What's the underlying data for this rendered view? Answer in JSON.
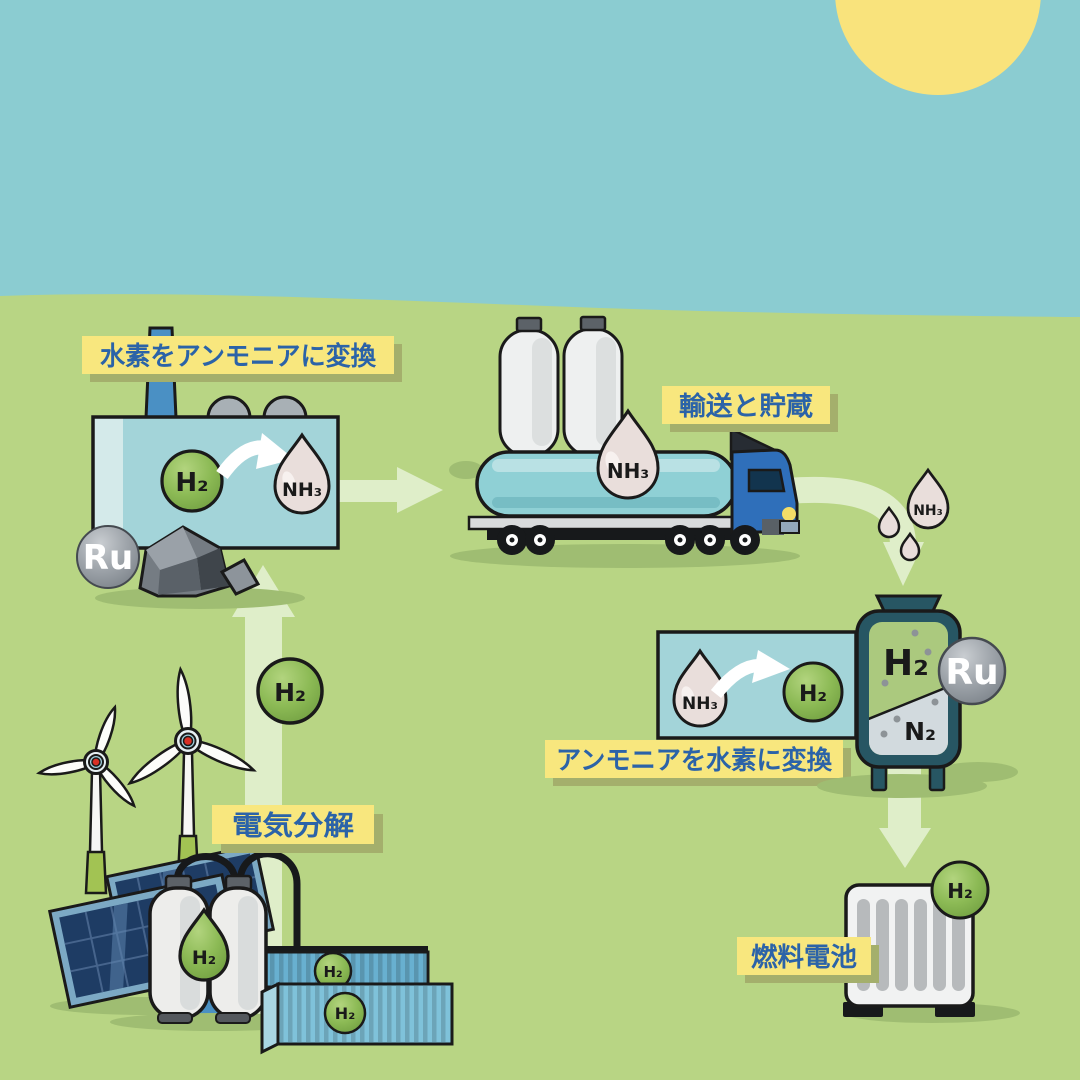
{
  "labels": {
    "hydrogen_to_ammonia": "水素をアンモニアに変換",
    "transport_storage": "輸送と貯蔵",
    "ammonia_to_hydrogen": "アンモニアを水素に変換",
    "electrolysis": "電気分解",
    "fuel_cell": "燃料電池"
  },
  "molecules": {
    "h2": "H₂",
    "nh3": "NH₃",
    "n2": "N₂",
    "ru": "Ru"
  },
  "colors": {
    "sky": "#8bccd1",
    "sun": "#f9e37c",
    "grass": "#b8d584",
    "flow_arrow": "#dfeec9",
    "label_bg": "#f8e77e",
    "label_text": "#2b63a8",
    "label_shadow": "#a4af6c",
    "factory_teal": "#a3d4d9",
    "tank_teal": "#8fd0d5",
    "cab_blue": "#2f6fba",
    "chimney_blue": "#4a90c4",
    "hydrogen_green": "#8cba55",
    "ammonia_droplet": "#e9dedb",
    "vessel_dark_teal": "#275663",
    "vessel_h2_green": "#abc97e",
    "vessel_n2_gray": "#d2dade",
    "ruthenium_gray": "#9ea4aa",
    "container_blue": "#68b0d0",
    "solar_navy": "#1e3c64",
    "outline": "#1a1a1a",
    "shadow_green": "#9fbd72"
  }
}
